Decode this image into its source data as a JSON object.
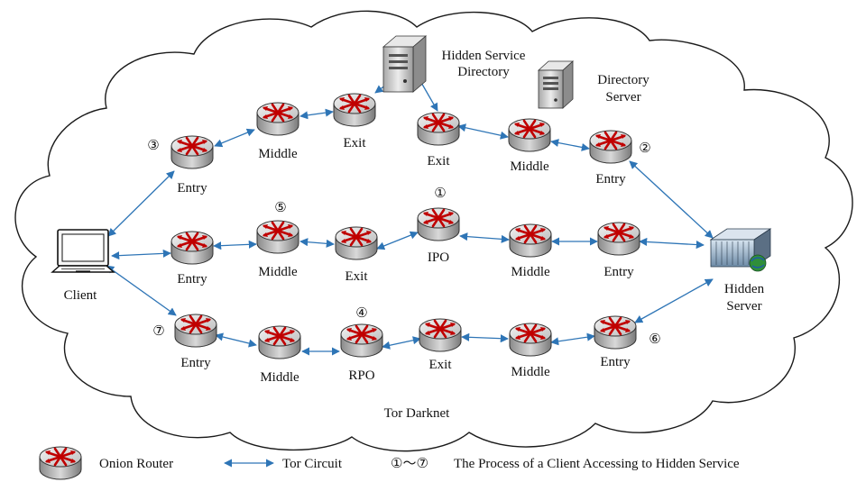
{
  "cloud_label": "Tor Darknet",
  "client": {
    "label": "Client"
  },
  "hidden_server": {
    "label_line1": "Hidden",
    "label_line2": "Server"
  },
  "hidden_service_directory": {
    "label_line1": "Hidden Service",
    "label_line2": "Directory"
  },
  "directory_server": {
    "label_line1": "Directory",
    "label_line2": "Server"
  },
  "routers": {
    "r_entry_top_client": "Entry",
    "r_middle_top_client": "Middle",
    "r_exit_top_client": "Exit",
    "r_exit_top_server": "Exit",
    "r_middle_top_server": "Middle",
    "r_entry_top_server": "Entry",
    "r_entry_mid_client": "Entry",
    "r_middle_mid_client": "Middle",
    "r_exit_mid_client": "Exit",
    "r_ipo": "IPO",
    "r_middle_mid_server": "Middle",
    "r_entry_mid_server": "Entry",
    "r_entry_bot_client": "Entry",
    "r_middle_bot_client": "Middle",
    "r_rpo": "RPO",
    "r_exit_bot": "Exit",
    "r_middle_bot_server": "Middle",
    "r_entry_bot_server": "Entry"
  },
  "steps": {
    "s1": "①",
    "s2": "②",
    "s3": "③",
    "s4": "④",
    "s5": "⑤",
    "s6": "⑥",
    "s7": "⑦"
  },
  "legend": {
    "onion_router": "Onion Router",
    "tor_circuit": "Tor Circuit",
    "process_range": "①～⑦",
    "process_text": "The Process of a Client Accessing to Hidden Service"
  },
  "colors": {
    "arrow": "#2e75b6",
    "router_body": "#d0d0d0",
    "router_arrows": "#c00000"
  }
}
